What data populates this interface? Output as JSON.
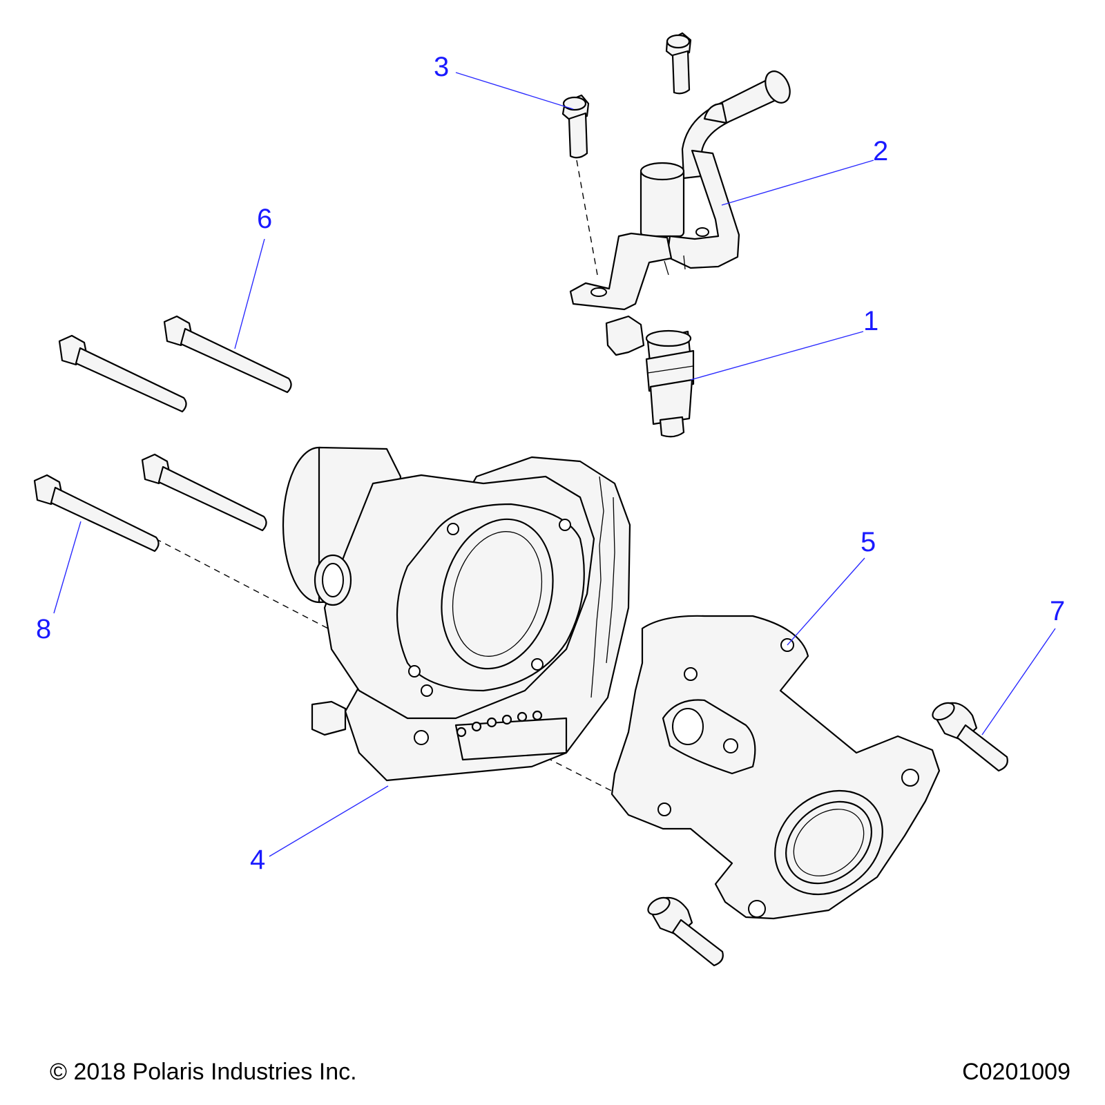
{
  "callouts": [
    {
      "id": "1",
      "label": "1"
    },
    {
      "id": "2",
      "label": "2"
    },
    {
      "id": "3",
      "label": "3"
    },
    {
      "id": "4",
      "label": "4"
    },
    {
      "id": "5",
      "label": "5"
    },
    {
      "id": "6",
      "label": "6"
    },
    {
      "id": "7",
      "label": "7"
    },
    {
      "id": "8",
      "label": "8"
    }
  ],
  "footer": {
    "copyright": "© 2018 Polaris Industries Inc.",
    "drawing_code": "C0201009"
  },
  "colors": {
    "callout": "#1a1aff",
    "linework": "#000000",
    "part_fill": "#f5f5f5"
  }
}
